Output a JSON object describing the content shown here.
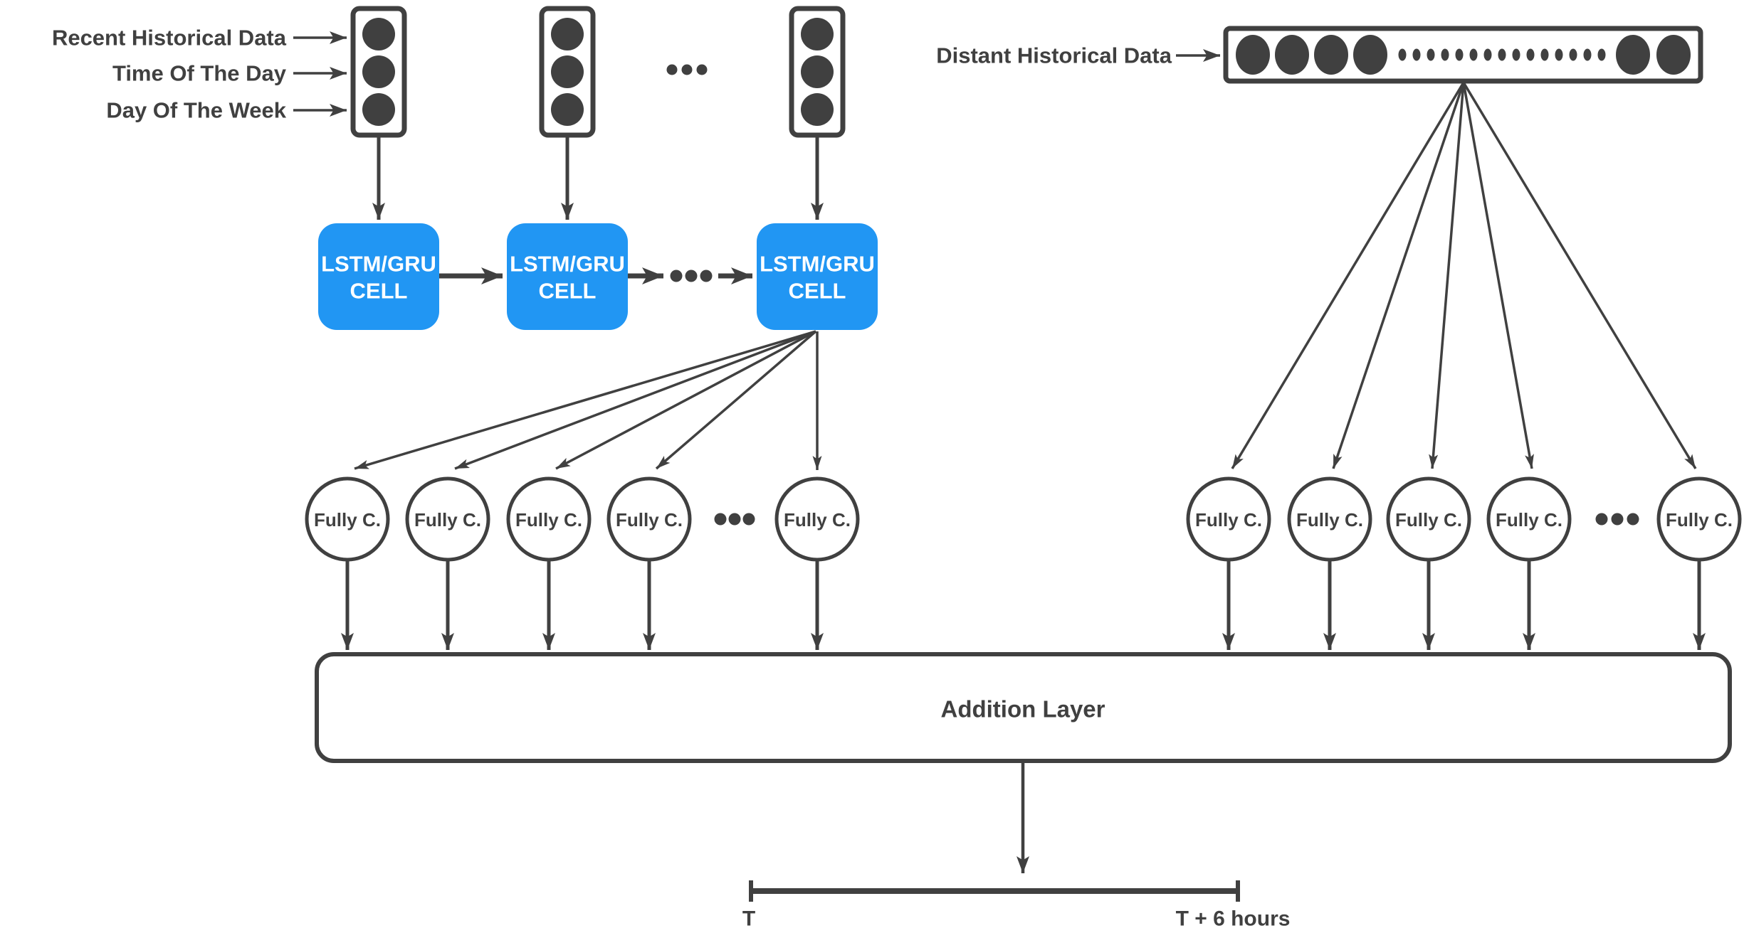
{
  "diagram": {
    "colors": {
      "accent": "#2196F3",
      "ink": "#404040",
      "background": "#FFFFFF"
    },
    "input_labels": {
      "recent": "Recent Historical Data",
      "time": "Time Of The Day",
      "day": "Day Of The Week"
    },
    "distant_label": "Distant Historical Data",
    "lstm_cell": {
      "line1": "LSTM/GRU",
      "line2": "CELL"
    },
    "fully_connected_label": "Fully C.",
    "addition_label": "Addition Layer",
    "timeline": {
      "start": "T",
      "end": "T + 6 hours"
    }
  }
}
